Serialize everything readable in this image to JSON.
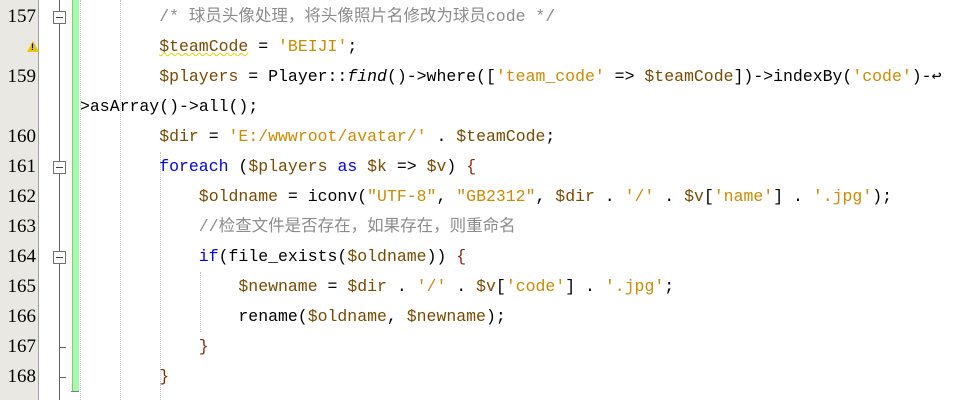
{
  "editor": {
    "line_numbers": [
      "157",
      "",
      "159",
      "",
      "160",
      "161",
      "162",
      "163",
      "164",
      "165",
      "166",
      "167",
      "168"
    ],
    "warning_icon_row": 1,
    "fold_rows": [
      0,
      5,
      8
    ],
    "fold_end_rows": [
      11,
      12
    ],
    "lines": [
      {
        "indent": 8,
        "tokens": [
          [
            "/* 球员头像处理，将头像照片名修改为球员code */",
            "cm"
          ]
        ]
      },
      {
        "indent": 8,
        "tokens": [
          [
            "$teamCode",
            "var"
          ],
          [
            " = ",
            ""
          ],
          [
            "'BEIJI'",
            "str"
          ],
          [
            ";",
            ""
          ]
        ]
      },
      {
        "indent": 8,
        "tokens": [
          [
            "$players",
            "var"
          ],
          [
            " = Player::",
            ""
          ],
          [
            "find",
            "fn"
          ],
          [
            "()->where([",
            ""
          ],
          [
            "'team_code'",
            "str"
          ],
          [
            " => ",
            ""
          ],
          [
            "$teamCode",
            "var"
          ],
          [
            "])->indexBy(",
            ""
          ],
          [
            "'code'",
            "str"
          ],
          [
            ")-",
            ""
          ],
          [
            "↩",
            ""
          ]
        ]
      },
      {
        "indent": 0,
        "tokens": [
          [
            ">asArray()->all();",
            ""
          ]
        ]
      },
      {
        "indent": 8,
        "tokens": [
          [
            "$dir",
            "var"
          ],
          [
            " = ",
            ""
          ],
          [
            "'E:/wwwroot/avatar/'",
            "str"
          ],
          [
            " . ",
            ""
          ],
          [
            "$teamCode",
            "var"
          ],
          [
            ";",
            ""
          ]
        ]
      },
      {
        "indent": 8,
        "tokens": [
          [
            "foreach",
            "kw"
          ],
          [
            " (",
            ""
          ],
          [
            "$players",
            "var"
          ],
          [
            " ",
            ""
          ],
          [
            "as",
            "kw"
          ],
          [
            " ",
            ""
          ],
          [
            "$k",
            "var"
          ],
          [
            " => ",
            ""
          ],
          [
            "$v",
            "var"
          ],
          [
            ") ",
            ""
          ],
          [
            "{",
            "br"
          ]
        ]
      },
      {
        "indent": 12,
        "tokens": [
          [
            "$oldname",
            "var"
          ],
          [
            " = iconv(",
            ""
          ],
          [
            "\"UTF-8\"",
            "str"
          ],
          [
            ", ",
            ""
          ],
          [
            "\"GB2312\"",
            "str"
          ],
          [
            ", ",
            ""
          ],
          [
            "$dir",
            "var"
          ],
          [
            " . ",
            ""
          ],
          [
            "'/'",
            "str"
          ],
          [
            " . ",
            ""
          ],
          [
            "$v",
            "var"
          ],
          [
            "[",
            ""
          ],
          [
            "'name'",
            "str"
          ],
          [
            "] . ",
            ""
          ],
          [
            "'.jpg'",
            "str"
          ],
          [
            ");",
            ""
          ]
        ]
      },
      {
        "indent": 12,
        "tokens": [
          [
            "//检查文件是否存在，如果存在，则重命名",
            "cm"
          ]
        ]
      },
      {
        "indent": 12,
        "tokens": [
          [
            "if",
            "kw"
          ],
          [
            "(file_exists(",
            ""
          ],
          [
            "$oldname",
            "var"
          ],
          [
            ")) ",
            ""
          ],
          [
            "{",
            "br"
          ]
        ]
      },
      {
        "indent": 16,
        "tokens": [
          [
            "$newname",
            "var"
          ],
          [
            " = ",
            ""
          ],
          [
            "$dir",
            "var"
          ],
          [
            " . ",
            ""
          ],
          [
            "'/'",
            "str"
          ],
          [
            " . ",
            ""
          ],
          [
            "$v",
            "var"
          ],
          [
            "[",
            ""
          ],
          [
            "'code'",
            "str"
          ],
          [
            "] . ",
            ""
          ],
          [
            "'.jpg'",
            "str"
          ],
          [
            ";",
            ""
          ]
        ]
      },
      {
        "indent": 16,
        "tokens": [
          [
            "rename(",
            ""
          ],
          [
            "$oldname",
            "var"
          ],
          [
            ", ",
            ""
          ],
          [
            "$newname",
            "var"
          ],
          [
            ");",
            ""
          ]
        ]
      },
      {
        "indent": 12,
        "tokens": [
          [
            "}",
            "br"
          ]
        ]
      },
      {
        "indent": 8,
        "tokens": [
          [
            "}",
            "br"
          ]
        ]
      }
    ]
  }
}
